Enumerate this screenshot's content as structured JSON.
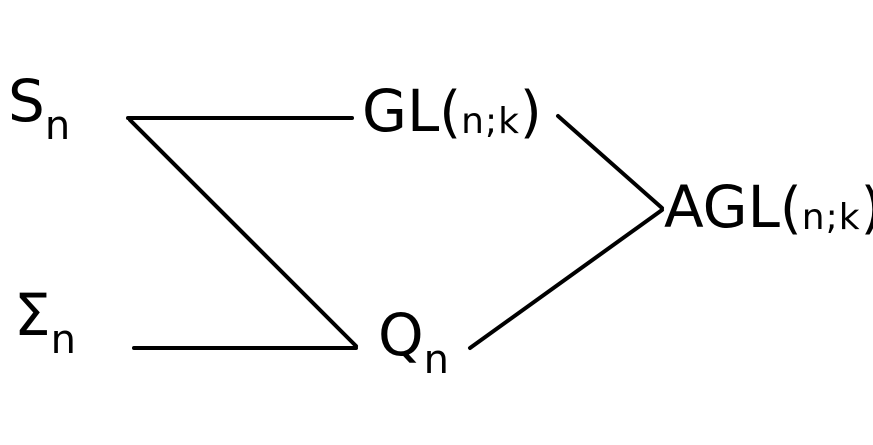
{
  "colors": {
    "stroke": "#000000",
    "background": "#ffffff"
  },
  "nodes": {
    "sn": {
      "symbol": "S",
      "sub": "n"
    },
    "gl": {
      "symbol": "GL",
      "open": "(",
      "args": "n;k",
      "close": ")"
    },
    "agl": {
      "symbol": "AGL",
      "open": "(",
      "args": "n;k",
      "close": ")"
    },
    "sigma": {
      "symbol": "Σ",
      "sub": "n"
    },
    "qn": {
      "symbol": "Q",
      "sub": "n"
    }
  },
  "edges": [
    {
      "from": "sn",
      "to": "gl"
    },
    {
      "from": "sn",
      "to": "qn"
    },
    {
      "from": "sigma",
      "to": "qn"
    },
    {
      "from": "gl",
      "to": "agl"
    },
    {
      "from": "qn",
      "to": "agl"
    }
  ]
}
